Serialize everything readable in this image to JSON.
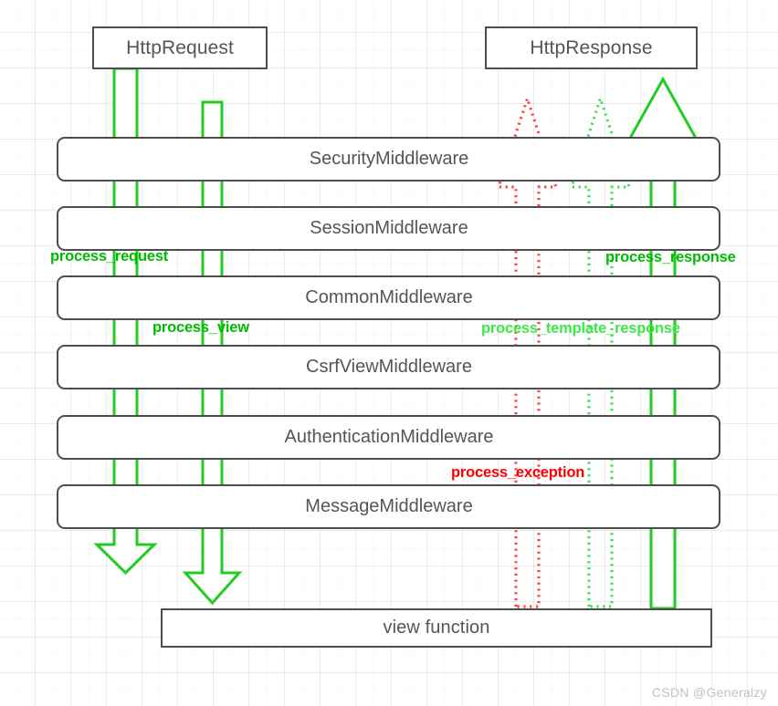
{
  "diagram": {
    "title": "Django middleware request/response flow",
    "endpoints": {
      "request": "HttpRequest",
      "response": "HttpResponse",
      "view": "view function"
    },
    "middlewares": [
      {
        "label": "SecurityMiddleware"
      },
      {
        "label": "SessionMiddleware"
      },
      {
        "label": "CommonMiddleware"
      },
      {
        "label": "CsrfViewMiddleware"
      },
      {
        "label": "AuthenticationMiddleware"
      },
      {
        "label": "MessageMiddleware"
      }
    ],
    "annotations": [
      {
        "text": "process_request",
        "color": "#00bb00",
        "style": "green-dark"
      },
      {
        "text": "process_view",
        "color": "#00bb00",
        "style": "green-dark"
      },
      {
        "text": "process_response",
        "color": "#00bb00",
        "style": "green-dark"
      },
      {
        "text": "process_template_response",
        "color": "#3ee84a",
        "style": "green-light"
      },
      {
        "text": "process_exception",
        "color": "#ff0000",
        "style": "red"
      }
    ],
    "arrows": [
      {
        "name": "process-request-arrow",
        "direction": "down",
        "stroke": "#22cc22",
        "dashed": false
      },
      {
        "name": "process-view-arrow",
        "direction": "down",
        "stroke": "#22cc22",
        "dashed": false
      },
      {
        "name": "process-exception-arrow",
        "direction": "up",
        "stroke": "#ff4444",
        "dashed": true
      },
      {
        "name": "process-template-response-arrow",
        "direction": "up",
        "stroke": "#44dd55",
        "dashed": true
      },
      {
        "name": "process-response-arrow",
        "direction": "up",
        "stroke": "#22cc22",
        "dashed": false
      }
    ],
    "colors": {
      "box_border": "#4d4d4d",
      "box_text": "#555555",
      "grid": "#ebebeb",
      "green": "#00bb00",
      "light_green": "#3ee84a",
      "red": "#ff0000"
    },
    "watermark": "CSDN @Generalzy"
  }
}
